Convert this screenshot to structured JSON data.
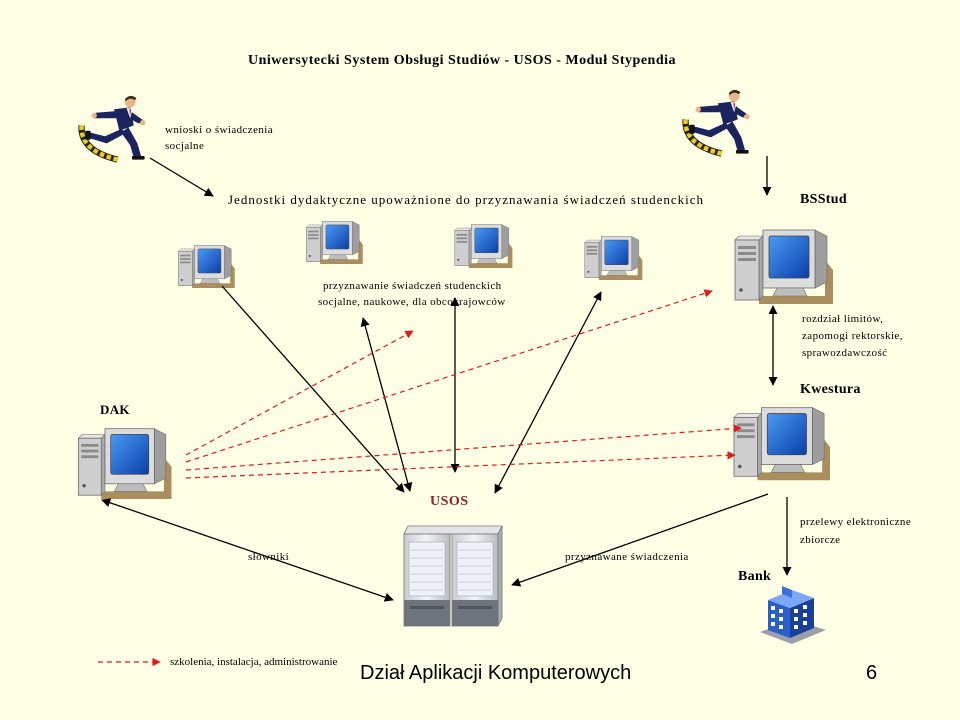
{
  "slide": {
    "title": "Uniwersytecki System Obsługi Studiów - USOS - Moduł Stypendia",
    "footer_title": "Dział Aplikacji Komputerowych",
    "page_number": "6"
  },
  "labels": {
    "wnioski": [
      "wnioski o świadczenia",
      "socjalne"
    ],
    "jednostki": "Jednostki dydaktyczne upoważnione do przyznawania świadczeń studenckich",
    "bsstud": "BSStud",
    "przyznawanie": [
      "przyznawanie świadczeń studenckich",
      "socjalne, naukowe, dla obcokrajowców"
    ],
    "rozdzial": [
      "rozdział limitów,",
      "zapomogi rektorskie,",
      "sprawozdawczość"
    ],
    "kwestura": "Kwestura",
    "dak": "DAK",
    "usos": "USOS",
    "przelewy": [
      "przelewy elektroniczne",
      "zbiorcze"
    ],
    "slowniki": "słowniki",
    "przyznawane": "przyznawane świadczenia",
    "bank": "Bank"
  },
  "legend": {
    "dashed_label": "szkolenia, instalacja, administrowanie"
  },
  "colors": {
    "background": "#FFFFE5",
    "usos_text": "#8B2323",
    "solid_arrow": "#000000",
    "dashed_arrow": "#E01B1B",
    "monitor_screen": "#1E5FD0",
    "suit": "#1C2460",
    "bank_building": "#2A5FC8"
  },
  "icons": {
    "runner": "running-man-icon",
    "computer": "computer-icon",
    "server": "server-icon",
    "bank": "bank-building-icon"
  }
}
